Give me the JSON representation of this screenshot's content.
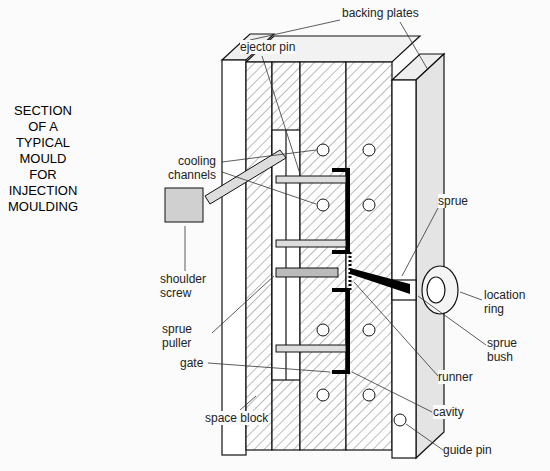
{
  "diagram": {
    "title": "SECTION OF A TYPICAL MOULD FOR INJECTION MOULDING",
    "labels": [
      "backing plates",
      "ejector pin",
      "cooling channels",
      "sprue",
      "shoulder screw",
      "location ring",
      "sprue puller",
      "sprue bush",
      "gate",
      "runner",
      "space block",
      "cavity",
      "guide pin"
    ]
  }
}
